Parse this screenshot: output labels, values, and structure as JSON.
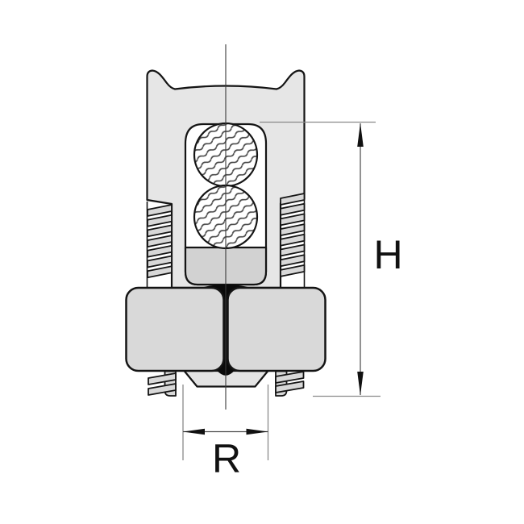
{
  "figure": {
    "kind": "technical-drawing",
    "subject": "split-bolt-connector-cross-section"
  },
  "dimensions": {
    "H": {
      "label": "H",
      "orientation": "vertical"
    },
    "R": {
      "label": "R",
      "orientation": "horizontal"
    }
  },
  "colors": {
    "body": "#e6e6e6",
    "thread": "#d8d8d8",
    "pad": "#d2d2d2",
    "nut": "#d9d9d9",
    "tip": "#e3e3e3",
    "channel": "#ffffff",
    "hatch": "#4a4a4a",
    "outline": "#141414"
  }
}
